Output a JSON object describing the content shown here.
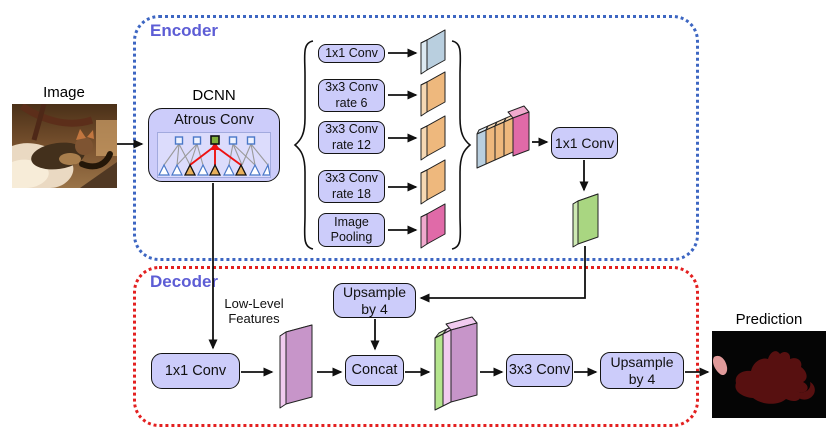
{
  "figure": {
    "input_label": "Image",
    "output_label": "Prediction"
  },
  "encoder": {
    "title": "Encoder",
    "dcnn_label": "DCNN",
    "atrous_label": "Atrous Conv",
    "branches": [
      {
        "line1": "1x1 Conv",
        "line2": ""
      },
      {
        "line1": "3x3 Conv",
        "line2": "rate 6"
      },
      {
        "line1": "3x3 Conv",
        "line2": "rate 12"
      },
      {
        "line1": "3x3 Conv",
        "line2": "rate 18"
      },
      {
        "line1": "Image",
        "line2": "Pooling"
      }
    ],
    "conv_1x1": "1x1 Conv"
  },
  "decoder": {
    "title": "Decoder",
    "low_level_line1": "Low-Level",
    "low_level_line2": "Features",
    "upsample_top_line1": "Upsample",
    "upsample_top_line2": "by 4",
    "conv_1x1": "1x1 Conv",
    "concat": "Concat",
    "conv_3x3": "3x3 Conv",
    "upsample_out_line1": "Upsample",
    "upsample_out_line2": "by 4"
  },
  "colors": {
    "encoder_border": "#3d66c2",
    "decoder_border": "#e32020",
    "section_label": "#5d5dd5",
    "box_fill": "#ccccfa",
    "slab_blue": "#b9cfdf",
    "slab_blue_light": "#dce9f1",
    "slab_orange": "#eeb87d",
    "slab_orange_light": "#f6d8b3",
    "slab_pink": "#e06aa8",
    "slab_pink_light": "#f0a9cd",
    "slab_green": "#a9d681",
    "slab_green_light": "#cfeab4",
    "slab_purple": "#c795c9",
    "slab_purple_light": "#f2cbf0",
    "concat_green": "#b5e58e",
    "atrous_red": "#ee1111",
    "atrous_gray": "#9a9a9a",
    "prediction_mask": "#571010",
    "prediction_mask2": "#e09a9a"
  }
}
